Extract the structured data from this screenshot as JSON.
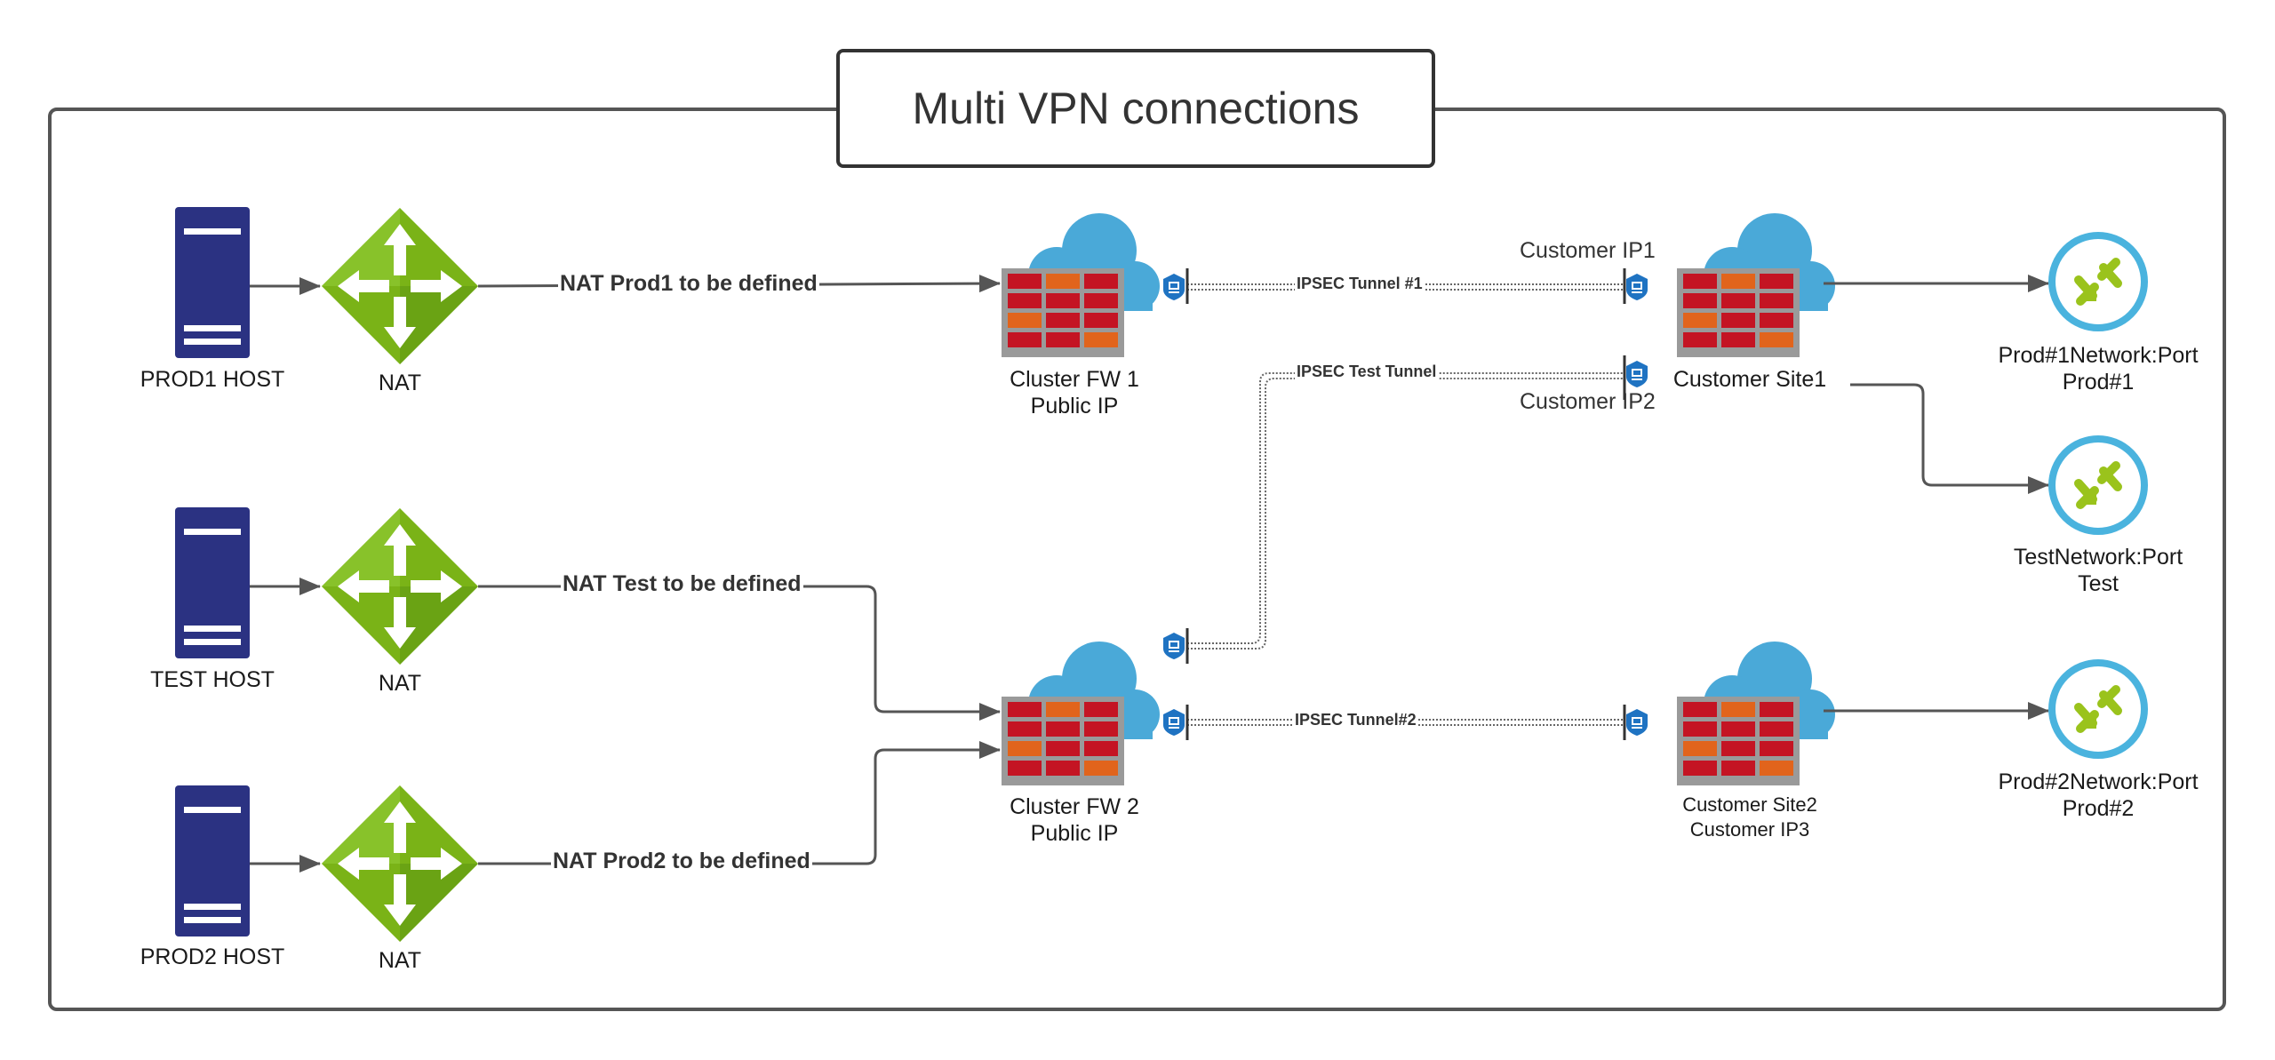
{
  "title": "Multi VPN connections",
  "hosts": [
    {
      "label": "PROD1 HOST"
    },
    {
      "label": "TEST HOST"
    },
    {
      "label": "PROD2 HOST"
    }
  ],
  "nat_label": "NAT",
  "nat_edges": [
    {
      "label": "NAT Prod1 to be defined"
    },
    {
      "label": "NAT Test to be defined"
    },
    {
      "label": "NAT Prod2 to be defined"
    }
  ],
  "firewalls": [
    {
      "line1": "Cluster FW 1",
      "line2": "Public IP"
    },
    {
      "line1": "Cluster FW 2",
      "line2": "Public IP"
    }
  ],
  "tunnels": [
    {
      "label": "IPSEC Tunnel #1"
    },
    {
      "label": "IPSEC Test Tunnel"
    },
    {
      "label": "IPSEC Tunnel#2"
    }
  ],
  "customer_ips": {
    "ip1": "Customer IP1",
    "ip2": "Customer IP2"
  },
  "sites": [
    {
      "line1": "Customer Site1",
      "line2": ""
    },
    {
      "line1": "Customer Site2",
      "line2": "Customer IP3"
    }
  ],
  "ports": [
    {
      "line1": "Prod#1Network:Port",
      "line2": "Prod#1"
    },
    {
      "line1": "TestNetwork:Port",
      "line2": "Test"
    },
    {
      "line1": "Prod#2Network:Port",
      "line2": "Prod#2"
    }
  ],
  "colors": {
    "server": "#2b3282",
    "nat": "#7ab317",
    "nat_dark": "#5e9410",
    "cloud": "#4aa9d8",
    "brick_red": "#c41423",
    "brick_orange": "#e1641c",
    "wall_frame": "#9a9a9a",
    "port_ring": "#4ab3de",
    "port_arrow": "#9ac31c",
    "tunnel_icon": "#1f73c2",
    "line": "#555555"
  }
}
